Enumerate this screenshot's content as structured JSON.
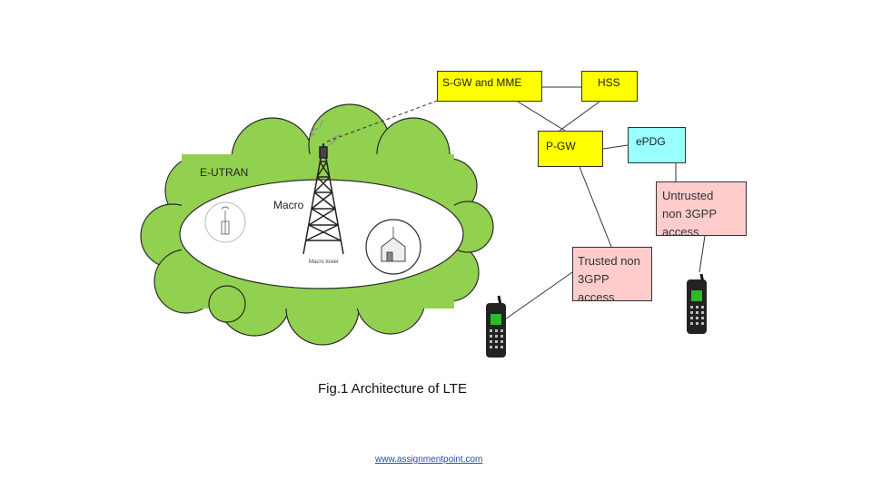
{
  "nodes": {
    "sgw_mme": {
      "label": "S-GW and MME",
      "fill": "#ffff00"
    },
    "hss": {
      "label": "HSS",
      "fill": "#ffff00"
    },
    "pgw": {
      "label": "P-GW",
      "fill": "#ffff00"
    },
    "epdg": {
      "label": "ePDG",
      "fill": "#99ffff"
    },
    "untrusted": {
      "line1": "Untrusted",
      "line2": "non 3GPP",
      "line3": "access",
      "fill": "#ffcccc"
    },
    "trusted": {
      "line1": "Trusted non",
      "line2": "3GPP",
      "line3": "access",
      "fill": "#ffcccc"
    }
  },
  "network": {
    "eutran_label": "E-UTRAN",
    "macro_label": "Macro",
    "cloud_fill": "#92d050",
    "tower_caption": "Macro tower"
  },
  "caption": "Fig.1 Architecture of LTE",
  "footer_link": "www.assignmentpoint.com"
}
